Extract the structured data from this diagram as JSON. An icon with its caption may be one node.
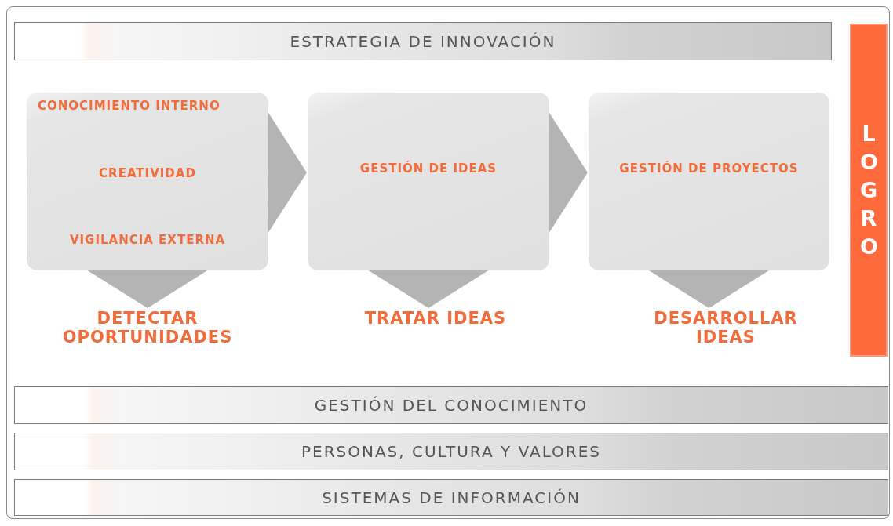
{
  "diagram": {
    "nodes": [
      {
        "text": [
          "ESTRATEGIA DE INNOVACIÓN"
        ]
      },
      {
        "text": [
          "CONOCIMIENTO INTERNO",
          "CREATIVIDAD",
          "VIGILANCIA EXTERNA"
        ]
      },
      {
        "text": [
          "GESTIÓN DE IDEAS"
        ]
      },
      {
        "text": [
          "GESTIÓN DE PROYECTOS"
        ]
      },
      {
        "text": [
          "DETECTAR OPORTUNIDADES"
        ]
      },
      {
        "text": [
          "TRATAR IDEAS"
        ]
      },
      {
        "text": [
          "DESARROLLAR IDEAS"
        ]
      },
      {
        "text": [
          "LOGRO"
        ]
      },
      {
        "text": [
          "GESTIÓN DEL CONOCIMIENTO"
        ]
      },
      {
        "text": [
          "PERSONAS, CULTURA Y VALORES"
        ]
      },
      {
        "text": [
          "SISTEMAS DE INFORMACIÓN"
        ]
      }
    ],
    "edges": [
      {
        "from": 1,
        "to": 2,
        "arrow": "to"
      },
      {
        "from": 2,
        "to": 3,
        "arrow": "to"
      },
      {
        "from": 1,
        "to": 4,
        "arrow": "to"
      },
      {
        "from": 2,
        "to": 5,
        "arrow": "to"
      },
      {
        "from": 3,
        "to": 6,
        "arrow": "to"
      }
    ]
  }
}
